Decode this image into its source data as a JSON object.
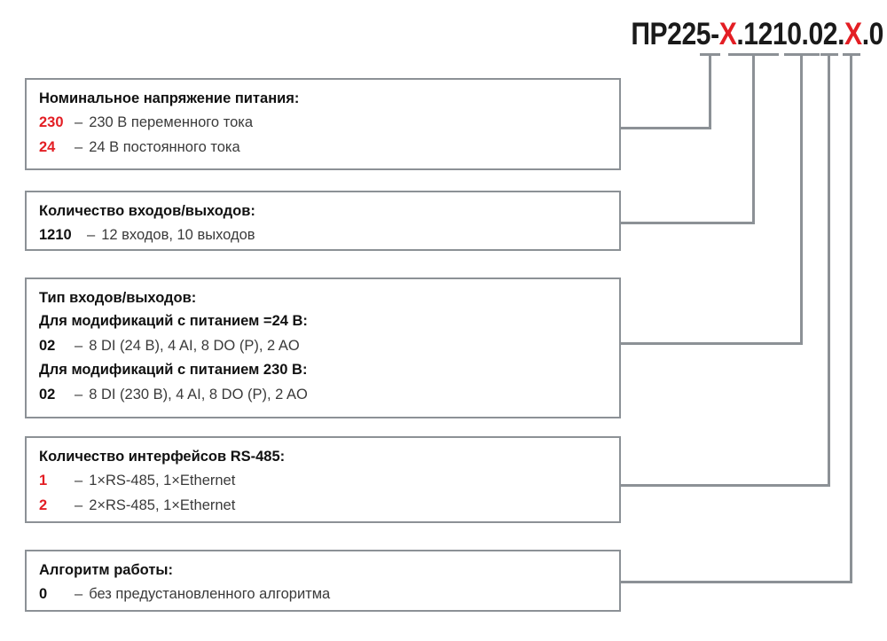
{
  "product_code": {
    "segments": [
      {
        "text": "ПР225-",
        "color": "black"
      },
      {
        "text": "X",
        "color": "red"
      },
      {
        "text": ".1210.02.",
        "color": "black"
      },
      {
        "text": "X",
        "color": "red"
      },
      {
        "text": ".0",
        "color": "black"
      }
    ],
    "full_text": "ПР225-X.1210.02.X.0"
  },
  "colors": {
    "accent_red": "#e31e24",
    "line_gray": "#8c9196",
    "text_dark": "#111111",
    "text_body": "#3a3a3a"
  },
  "boxes": [
    {
      "id": "supply-voltage",
      "title": "Номинальное напряжение питания:",
      "options": [
        {
          "key": "230",
          "key_color": "red",
          "dash": "–",
          "text": "230 В переменного тока"
        },
        {
          "key": "24",
          "key_color": "red",
          "dash": "–",
          "text": "24 В постоянного тока"
        }
      ]
    },
    {
      "id": "io-count",
      "title": "Количество входов/выходов:",
      "options": [
        {
          "key": "1210",
          "key_color": "dark",
          "dash": "–",
          "text": "12 входов, 10 выходов"
        }
      ]
    },
    {
      "id": "io-type",
      "title": "Тип входов/выходов:",
      "groups": [
        {
          "subtitle": "Для модификаций с питанием =24 В:",
          "options": [
            {
              "key": "02",
              "key_color": "dark",
              "dash": "–",
              "text": "8 DI (24 В), 4 AI, 8 DO (Р), 2 AO"
            }
          ]
        },
        {
          "subtitle": "Для модификаций с питанием 230 В:",
          "options": [
            {
              "key": "02",
              "key_color": "dark",
              "dash": "–",
              "text": "8 DI (230 В), 4 AI, 8 DO (Р), 2 AO"
            }
          ]
        }
      ]
    },
    {
      "id": "rs485-count",
      "title": "Количество интерфейсов RS-485:",
      "options": [
        {
          "key": "1",
          "key_color": "red",
          "dash": "–",
          "text": "1×RS-485, 1×Ethernet"
        },
        {
          "key": "2",
          "key_color": "red",
          "dash": "–",
          "text": "2×RS-485, 1×Ethernet"
        }
      ]
    },
    {
      "id": "algorithm",
      "title": "Алгоритм работы:",
      "options": [
        {
          "key": "0",
          "key_color": "dark",
          "dash": "–",
          "text": "без предустановленного алгоритма"
        }
      ]
    }
  ]
}
